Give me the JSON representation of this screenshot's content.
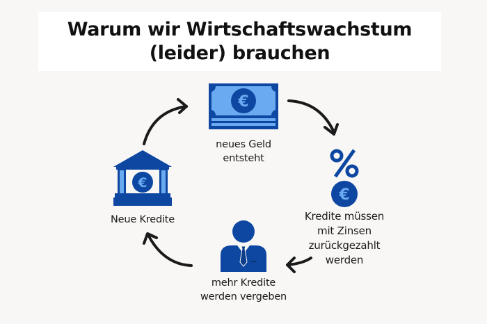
{
  "title": {
    "line1": "Warum wir Wirtschaftswachstum",
    "line2": "(leider) brauchen"
  },
  "colors": {
    "dark_blue": "#0d47a1",
    "light_blue": "#6aaaf0",
    "background": "#f8f7f5",
    "arrow": "#1a1a1a"
  },
  "cycle": [
    {
      "id": "money",
      "icon": "banknote-euro-icon",
      "label_lines": [
        "neues Geld",
        "entsteht"
      ]
    },
    {
      "id": "interest",
      "icon": "percent-euro-coin-icon",
      "label_lines": [
        "Kredite müssen",
        "mit Zinsen",
        "zurückgezahlt",
        "werden"
      ]
    },
    {
      "id": "banker",
      "icon": "businessman-icon",
      "label_lines": [
        "mehr Kredite",
        "werden vergeben"
      ]
    },
    {
      "id": "bank",
      "icon": "bank-euro-icon",
      "label_lines": [
        "Neue Kredite"
      ]
    }
  ],
  "arrows": [
    {
      "from": "bank",
      "to": "money",
      "direction": "clockwise"
    },
    {
      "from": "money",
      "to": "interest",
      "direction": "clockwise"
    },
    {
      "from": "interest",
      "to": "banker",
      "direction": "clockwise"
    },
    {
      "from": "banker",
      "to": "bank",
      "direction": "clockwise"
    }
  ]
}
